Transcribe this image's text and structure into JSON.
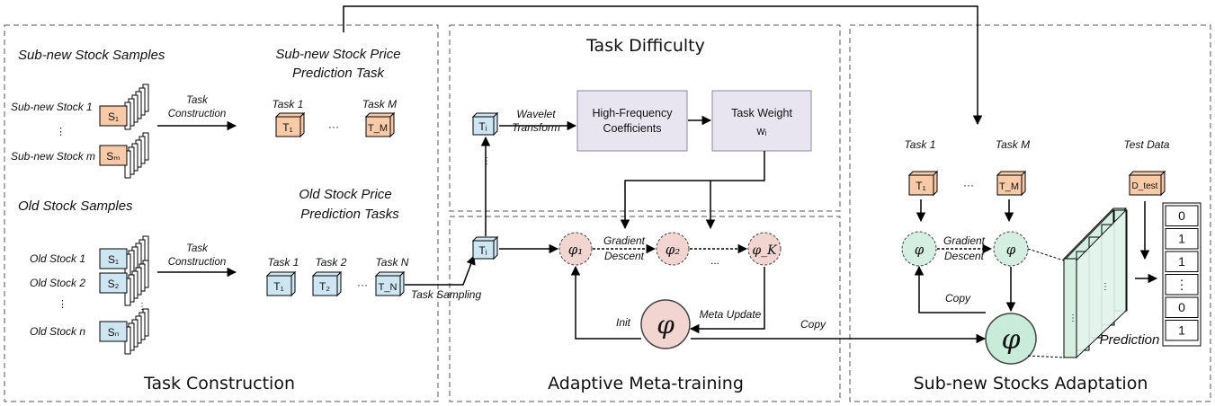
{
  "panels": {
    "construction": "Task Construction",
    "difficulty": "Task Difficulty",
    "meta_training": "Adaptive Meta-training",
    "adaptation": "Sub-new Stocks Adaptation"
  },
  "subnew": {
    "samples_heading": "Sub-new Stock Samples",
    "stock_1": "Sub-new Stock 1",
    "stock_m": "Sub-new Stock m",
    "dots": "⋮",
    "label_s1": "S₁",
    "label_sm": "Sₘ",
    "arrow_label_line1": "Task",
    "arrow_label_line2": "Construction",
    "task_heading_line1": "Sub-new Stock Price",
    "task_heading_line2": "Prediction Task",
    "task_1": "Task 1",
    "task_m": "Task M",
    "cube_t1": "T₁",
    "cube_tm": "T_M",
    "ellipsis": "···"
  },
  "old": {
    "samples_heading": "Old Stock Samples",
    "stock_1": "Old Stock 1",
    "stock_2": "Old Stock 2",
    "stock_n": "Old Stock n",
    "dots": "⋮",
    "label_s1": "S₁",
    "label_s2": "S₂",
    "label_sn": "Sₙ",
    "arrow_label_line1": "Task",
    "arrow_label_line2": "Construction",
    "task_heading_line1": "Old Stock Price",
    "task_heading_line2": "Prediction Tasks",
    "task_1": "Task 1",
    "task_2": "Task 2",
    "task_n": "Task N",
    "cube_t1": "T₁",
    "cube_t2": "T₂",
    "cube_tn": "T_N",
    "ellipsis": "···",
    "sampling": "Task Sampling"
  },
  "difficulty": {
    "ti": "Tᵢ",
    "wavelet_line1": "Wavelet",
    "wavelet_line2": "Transform",
    "hf_line1": "High-Frequency",
    "hf_line2": "Coefficients",
    "weight_line1": "Task Weight",
    "weight_line2": "wᵢ",
    "dots": "⋮"
  },
  "meta": {
    "ti": "Tᵢ",
    "phi1": "φ₁",
    "phi2": "φ₂",
    "phik": "φ_K",
    "gradient_line1": "Gradient",
    "gradient_line2": "Descent",
    "ellipsis": "...",
    "phi": "φ",
    "init": "Init",
    "meta_update": "Meta Update",
    "copy": "Copy"
  },
  "adaptation": {
    "task_1": "Task 1",
    "task_m": "Task M",
    "test_data": "Test Data",
    "cube_t1": "T₁",
    "cube_tm": "T_M",
    "cube_test": "D_test",
    "ellipsis": "···",
    "phi_a": "φ",
    "phi_b": "φ",
    "phi_big": "φ",
    "gradient_line1": "Gradient",
    "gradient_line2": "Descent",
    "copy": "Copy",
    "prediction": "Prediction",
    "outputs": [
      "0",
      "1",
      "1",
      "⋮",
      "0",
      "1"
    ],
    "dots": "⋮"
  },
  "colors": {
    "orange": "#f8caa7",
    "blue": "#cde6f2",
    "pink": "#f2d4d0",
    "green": "#d4efe2",
    "grey_box": "#e8e5f1",
    "big_green": "#c8ecd9"
  }
}
